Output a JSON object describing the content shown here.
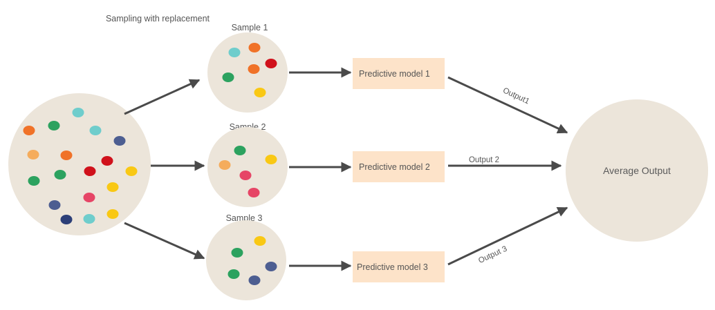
{
  "title": "Sampling with replacement",
  "samples": [
    {
      "label": "Sample 1"
    },
    {
      "label": "Sample 2"
    },
    {
      "label": "Sample 3"
    }
  ],
  "models": [
    {
      "label": "Predictive model 1"
    },
    {
      "label": "Predictive model 2"
    },
    {
      "label": "Predictive model 3"
    }
  ],
  "outputs": [
    {
      "label": "Output1"
    },
    {
      "label": "Output 2"
    },
    {
      "label": "Output 3"
    }
  ],
  "result": {
    "label": "Average Output"
  },
  "colors": {
    "circle_fill": "#ece5da",
    "model_box_fill": "#fde3c9",
    "arrow": "#4a4a4a",
    "text": "#555555",
    "dot_teal": "#6fcdcc",
    "dot_orange": "#f07228",
    "dot_light_orange": "#f5ac5c",
    "dot_green": "#2ca25f",
    "dot_red": "#d0111b",
    "dot_pink": "#e64566",
    "dot_yellow": "#f9c814",
    "dot_slate": "#4d5e91",
    "dot_navy": "#2c3f78"
  }
}
